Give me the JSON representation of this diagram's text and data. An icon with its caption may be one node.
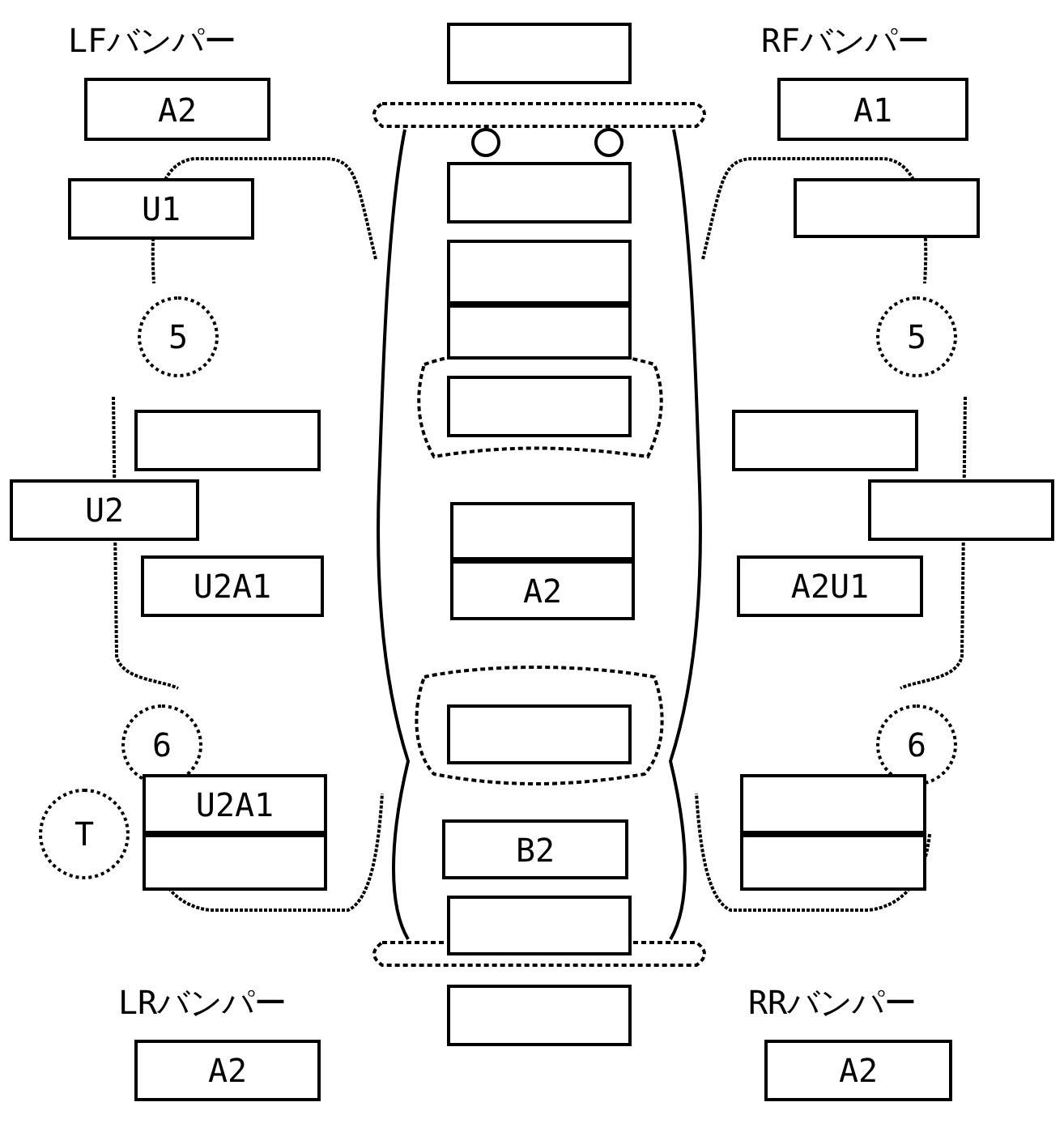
{
  "diagram": {
    "nodes": [
      {
        "text": [
          "LFバンパー",
          "A2"
        ]
      },
      {
        "text": [],
        "shape": "box"
      },
      {
        "text": [
          "RFバンパー",
          "A1"
        ]
      },
      {
        "text": [
          "U1"
        ]
      },
      {
        "text": [],
        "shape": "box"
      },
      {
        "text": [],
        "shape": "box"
      },
      {
        "text": [],
        "shape": "box"
      },
      {
        "text": [],
        "shape": "box"
      },
      {
        "text": [
          "5"
        ]
      },
      {
        "text": [
          "5"
        ]
      },
      {
        "text": [],
        "shape": "box"
      },
      {
        "text": [],
        "shape": "box"
      },
      {
        "text": [],
        "shape": "box"
      },
      {
        "text": [
          "U2"
        ]
      },
      {
        "text": [],
        "shape": "box"
      },
      {
        "text": [],
        "shape": "box"
      },
      {
        "text": [
          "A2"
        ]
      },
      {
        "text": [
          "U2A1"
        ]
      },
      {
        "text": [
          "A2U1"
        ]
      },
      {
        "text": [],
        "shape": "box"
      },
      {
        "text": [
          "6"
        ]
      },
      {
        "text": [
          "6"
        ]
      },
      {
        "text": [
          "U2A1"
        ]
      },
      {
        "text": [],
        "shape": "box"
      },
      {
        "text": [
          "T"
        ]
      },
      {
        "text": [
          "B2"
        ]
      },
      {
        "text": [],
        "shape": "box"
      },
      {
        "text": [],
        "shape": "box"
      },
      {
        "text": [],
        "shape": "box"
      },
      {
        "text": [],
        "shape": "box"
      },
      {
        "text": [
          "LRバンパー",
          "A2"
        ]
      },
      {
        "text": [
          "RRバンパー",
          "A2"
        ]
      }
    ]
  }
}
